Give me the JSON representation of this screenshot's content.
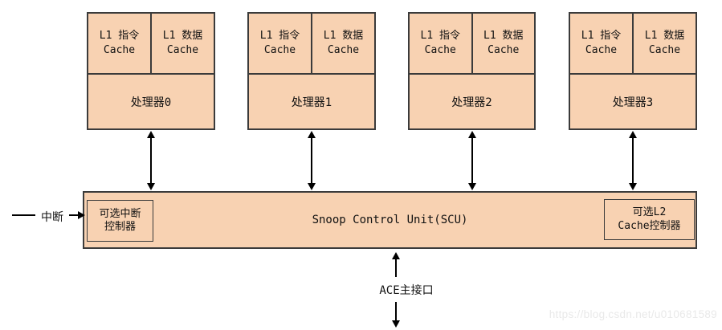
{
  "colors": {
    "fill": "#f8d2b2",
    "border": "#3b3b3b",
    "arrow": "#000000",
    "text": "#111111",
    "watermark": "#e9e9e9"
  },
  "diagram": {
    "processors": [
      {
        "l1_instruction": "L1 指令",
        "l1_instruction_sub": "Cache",
        "l1_data": "L1 数据",
        "l1_data_sub": "Cache",
        "name": "处理器0"
      },
      {
        "l1_instruction": "L1 指令",
        "l1_instruction_sub": "Cache",
        "l1_data": "L1 数据",
        "l1_data_sub": "Cache",
        "name": "处理器1"
      },
      {
        "l1_instruction": "L1 指令",
        "l1_instruction_sub": "Cache",
        "l1_data": "L1 数据",
        "l1_data_sub": "Cache",
        "name": "处理器2"
      },
      {
        "l1_instruction": "L1 指令",
        "l1_instruction_sub": "Cache",
        "l1_data": "L1 数据",
        "l1_data_sub": "Cache",
        "name": "处理器3"
      }
    ],
    "scu": {
      "label": "Snoop Control Unit(SCU)",
      "interrupt_controller": {
        "line1": "可选中断",
        "line2": "控制器"
      },
      "l2_controller": {
        "line1": "可选L2",
        "line2": "Cache控制器"
      }
    },
    "interrupt_label": "中断",
    "ace_port_label": "ACE主接口",
    "watermark": "https://blog.csdn.net/u010681589"
  }
}
